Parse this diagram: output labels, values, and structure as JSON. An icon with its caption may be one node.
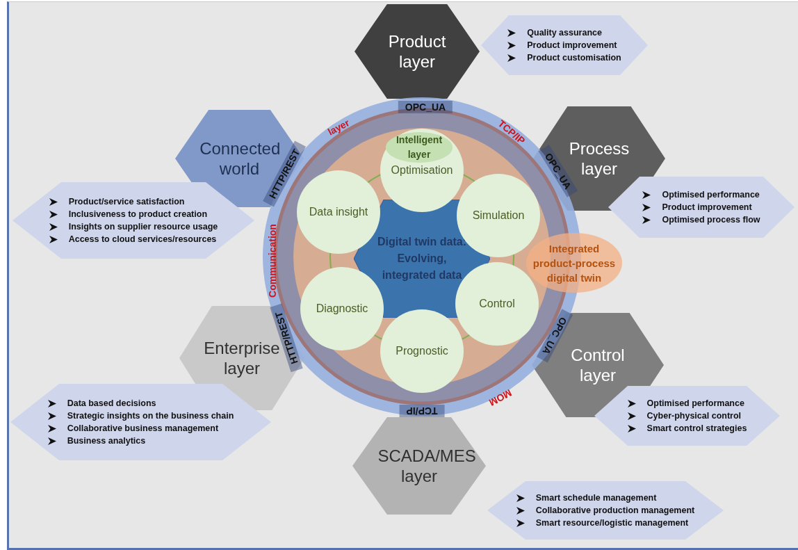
{
  "diagram": {
    "nodes": [
      {
        "text": [
          "Product layer"
        ]
      },
      {
        "text": [
          "Quality assurance",
          "Product improvement",
          "Product customisation"
        ]
      },
      {
        "text": [
          "Connected world"
        ]
      },
      {
        "text": [
          "Product/service satisfaction",
          "Inclusiveness to product creation",
          "Insights on supplier resource usage",
          "Access to cloud services/resources"
        ]
      },
      {
        "text": [
          "Process layer"
        ]
      },
      {
        "text": [
          "Optimised performance",
          "Product improvement",
          "Optimised process flow"
        ]
      },
      {
        "text": [
          "Enterprise layer"
        ]
      },
      {
        "text": [
          "Data based decisions",
          "Strategic insights on the business chain",
          "Collaborative business management",
          "Business analytics"
        ]
      },
      {
        "text": [
          "Control layer"
        ]
      },
      {
        "text": [
          "Optimised performance",
          "Cyber-physical control",
          "Smart control strategies"
        ]
      },
      {
        "text": [
          "SCADA/MES layer"
        ]
      },
      {
        "text": [
          "Smart schedule management",
          "Collaborative production management",
          "Smart resource/logistic management"
        ]
      },
      {
        "text": [],
        "shape": "circle"
      },
      {
        "text": [
          "Optimisation"
        ],
        "in": 12
      },
      {
        "text": [
          "Intelligent layer"
        ],
        "in": 13
      },
      {
        "text": [
          "Data insight"
        ],
        "in": 12
      },
      {
        "text": [
          "Simulation"
        ],
        "in": 12
      },
      {
        "text": [
          "Digital twin data: Evolving, integrated data"
        ],
        "in": 12
      },
      {
        "text": [
          "Diagnostic"
        ],
        "in": 12
      },
      {
        "text": [
          "Control"
        ],
        "in": 12
      },
      {
        "text": [
          "Prognostic"
        ],
        "in": 12
      },
      {
        "text": [
          "Integrated product-process digital twin"
        ]
      }
    ],
    "labels": [
      "OPC_UA",
      "layer",
      "TCP/IP",
      "HTTP/REST",
      "OPC_UA",
      "Communication",
      "HTTP/REST",
      "OPC_UA",
      "MOM",
      "TCP/IP"
    ]
  }
}
